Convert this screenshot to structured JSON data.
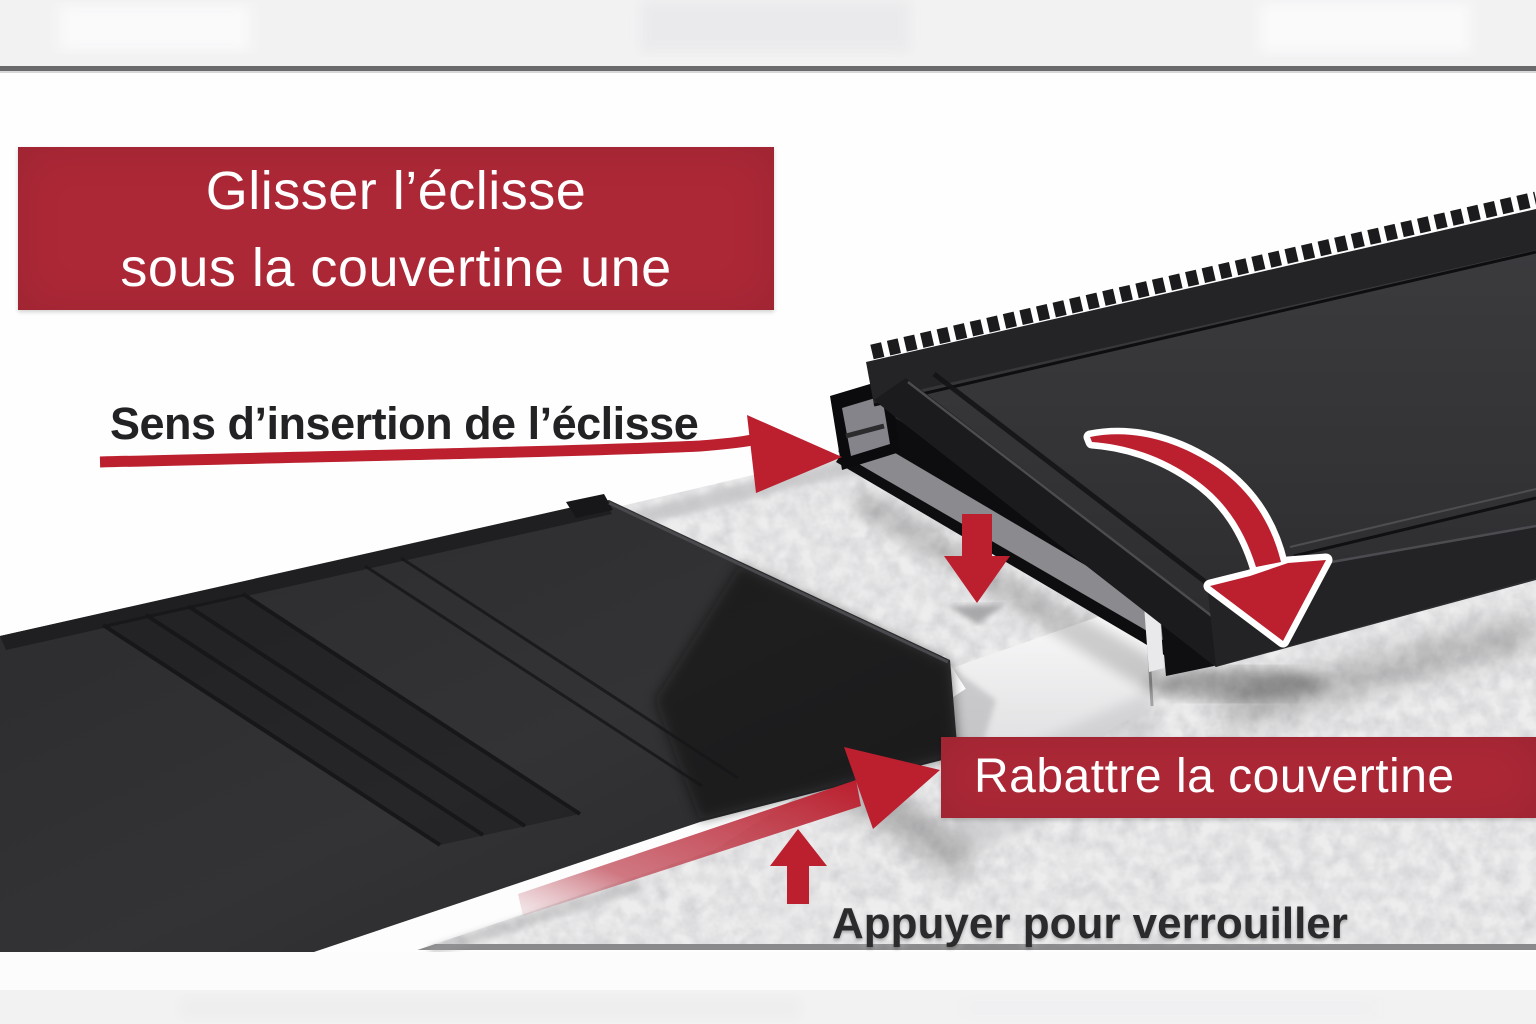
{
  "diagram_title": {
    "line1": "Glisser l’éclisse",
    "line2": "sous la couvertine une"
  },
  "callouts": {
    "insertion_direction": "Sens d’insertion de l’éclisse",
    "fold_down": "Rabattre la couvertine",
    "press_to_lock": "Appuyer pour verrouiller"
  },
  "colors": {
    "callout_red": "#ad2837",
    "arrow_red": "#bc1f2e",
    "coping_dark": "#313133",
    "coping_edge_dark": "#1b1b1d",
    "splice_gray": "#8b8b8f",
    "wall_speckle_base": "#ededee",
    "frame_line_top": "#6a6a6c",
    "frame_line_bottom": "#8a8a8c",
    "label_text_dark": "#232326",
    "label_text_light": "#ffffff"
  },
  "icons": {
    "insertion_arrow": "right-arrow",
    "press_down_arrow": "down-arrow",
    "fold_over_arrow": "curved-down-arrow",
    "lock_direction_arrow": "up-right-arrow",
    "push_up_arrow": "up-arrow"
  }
}
